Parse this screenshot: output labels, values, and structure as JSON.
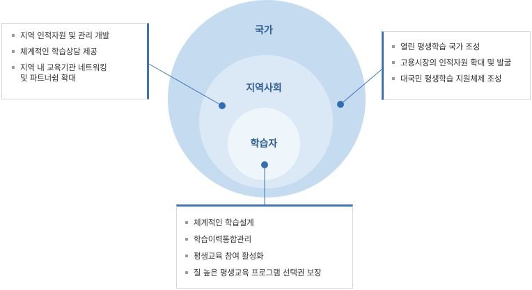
{
  "circles": {
    "outer_label": "국가",
    "middle_label": "지역사회",
    "inner_label": "학습자"
  },
  "left_box": {
    "items": [
      "지역 인적자원 및 관리 개발",
      "체계적인 학습상담 제공",
      "지역 내 교육기관 네트워킹",
      "및 파트너쉽 확대"
    ]
  },
  "right_box": {
    "items": [
      "열린 평생학습 국가 조성",
      "고용시장의 인적자원 확대 및 발굴",
      "대국민 평생학습 지원체제 조성"
    ]
  },
  "bottom_box": {
    "items": [
      "체계적인 학습설계",
      "학습이력통합관리",
      "평생교육 참여 활성화",
      "질 높은 평생교육 프로그램 선택권 보장"
    ]
  },
  "colors": {
    "outer_circle": "#c5dcf0",
    "middle_circle": "#dbe9f6",
    "inner_circle": "#eef5fb",
    "accent": "#3a73b8",
    "dot": "#2f6db4"
  }
}
